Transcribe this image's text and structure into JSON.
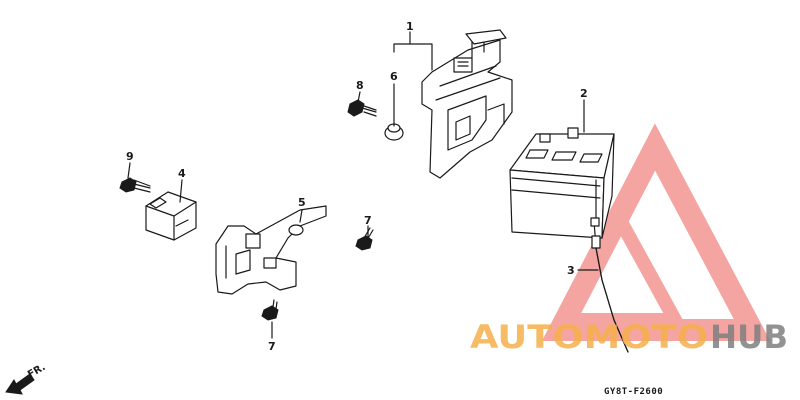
{
  "callouts": {
    "p1": "1",
    "p2": "2",
    "p3": "3",
    "p4": "4",
    "p5": "5",
    "p6": "6",
    "p7a": "7",
    "p7b": "7",
    "p8": "8",
    "p9": "9"
  },
  "front_arrow": "FR.",
  "figure_code": "GY8T-F2600",
  "watermark": {
    "part_a": "AUTOMOTO",
    "part_b": "HUB",
    "color_accent": "#f06a63",
    "color_orange": "#f5b04a",
    "color_gray": "#7f7f7f"
  }
}
